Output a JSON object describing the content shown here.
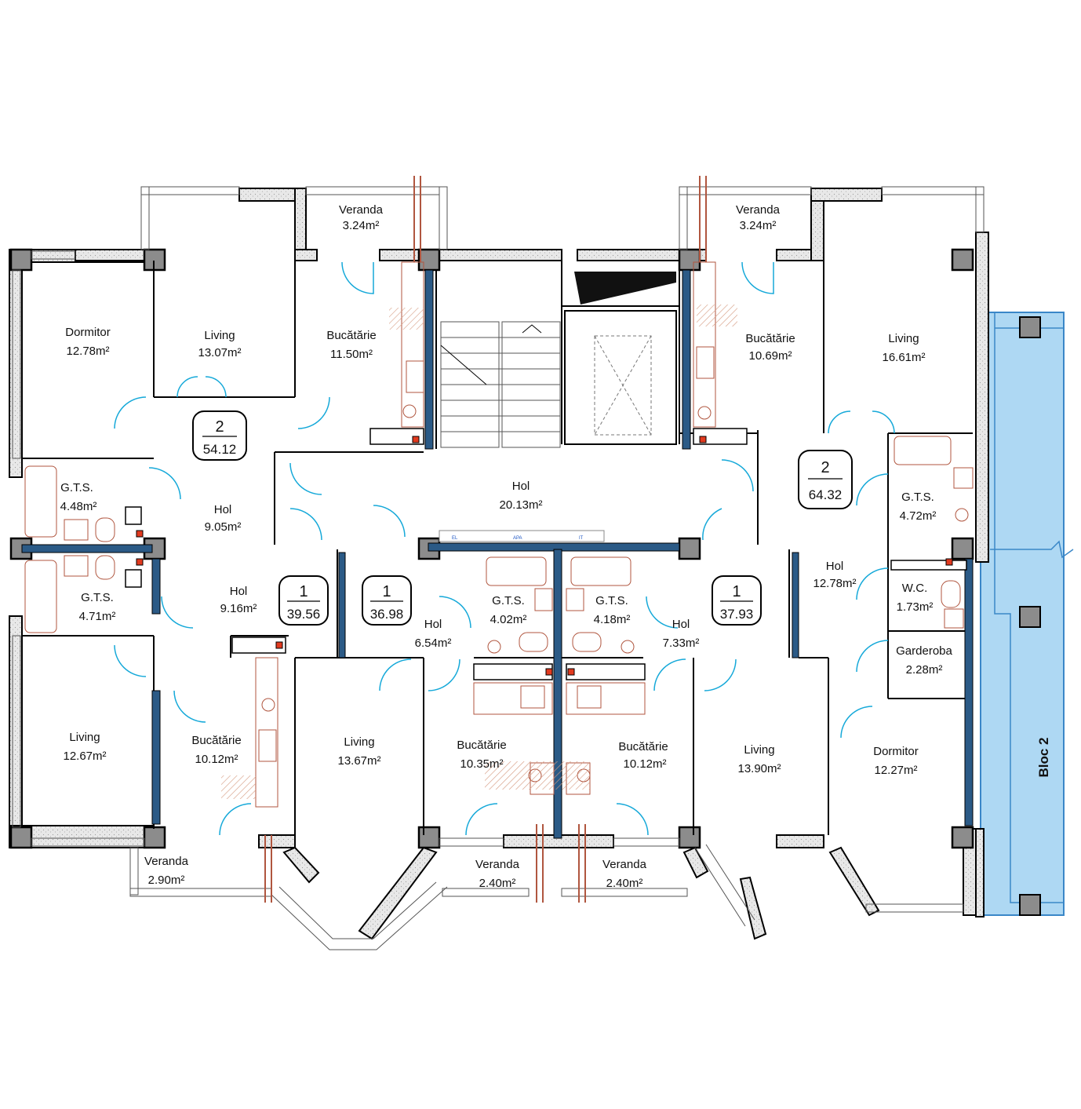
{
  "plan": {
    "rooms": [
      {
        "id": "veranda-top-left",
        "name": "Veranda",
        "area": "3.24m²"
      },
      {
        "id": "dormitor-top-left",
        "name": "Dormitor",
        "area": "12.78m²"
      },
      {
        "id": "living-top-left",
        "name": "Living",
        "area": "13.07m²"
      },
      {
        "id": "bucatarie-top-left",
        "name": "Bucătărie",
        "area": "11.50m²"
      },
      {
        "id": "gts-top-left",
        "name": "G.T.S.",
        "area": "4.48m²"
      },
      {
        "id": "hol-top-left",
        "name": "Hol",
        "area": "9.05m²"
      },
      {
        "id": "hol-center",
        "name": "Hol",
        "area": "20.13m²"
      },
      {
        "id": "veranda-top-right",
        "name": "Veranda",
        "area": "3.24m²"
      },
      {
        "id": "bucatarie-top-right",
        "name": "Bucătărie",
        "area": "10.69m²"
      },
      {
        "id": "living-top-right",
        "name": "Living",
        "area": "16.61m²"
      },
      {
        "id": "gts-right",
        "name": "G.T.S.",
        "area": "4.72m²"
      },
      {
        "id": "hol-right",
        "name": "Hol",
        "area": "12.78m²"
      },
      {
        "id": "wc-right",
        "name": "W.C.",
        "area": "1.73m²"
      },
      {
        "id": "garderoba-right",
        "name": "Garderoba",
        "area": "2.28m²"
      },
      {
        "id": "dormitor-right",
        "name": "Dormitor",
        "area": "12.27m²"
      },
      {
        "id": "gts-left-lower",
        "name": "G.T.S.",
        "area": "4.71m²"
      },
      {
        "id": "hol-left-lower",
        "name": "Hol",
        "area": "9.16m²"
      },
      {
        "id": "living-bottom-left",
        "name": "Living",
        "area": "12.67m²"
      },
      {
        "id": "bucatarie-bottom-left",
        "name": "Bucătărie",
        "area": "10.12m²"
      },
      {
        "id": "veranda-bottom-left",
        "name": "Veranda",
        "area": "2.90m²"
      },
      {
        "id": "living-bottom-center-left",
        "name": "Living",
        "area": "13.67m²"
      },
      {
        "id": "hol-center-left",
        "name": "Hol",
        "area": "6.54m²"
      },
      {
        "id": "gts-center-left",
        "name": "G.T.S.",
        "area": "4.02m²"
      },
      {
        "id": "bucatarie-center-left",
        "name": "Bucătărie",
        "area": "10.35m²"
      },
      {
        "id": "veranda-center-left",
        "name": "Veranda",
        "area": "2.40m²"
      },
      {
        "id": "gts-center-right",
        "name": "G.T.S.",
        "area": "4.18m²"
      },
      {
        "id": "bucatarie-center-right",
        "name": "Bucătărie",
        "area": "10.12m²"
      },
      {
        "id": "veranda-center-right",
        "name": "Veranda",
        "area": "2.40m²"
      },
      {
        "id": "hol-center-right",
        "name": "Hol",
        "area": "7.33m²"
      },
      {
        "id": "living-bottom-right",
        "name": "Living",
        "area": "13.90m²"
      }
    ],
    "apartments": [
      {
        "id": "apt-2-left",
        "rooms": "2",
        "area": "54.12"
      },
      {
        "id": "apt-2-right",
        "rooms": "2",
        "area": "64.32"
      },
      {
        "id": "apt-1-left",
        "rooms": "1",
        "area": "39.56"
      },
      {
        "id": "apt-1-center",
        "rooms": "1",
        "area": "36.98"
      },
      {
        "id": "apt-1-right",
        "rooms": "1",
        "area": "37.93"
      }
    ],
    "utility_labels": {
      "el": "EL",
      "apa": "APA",
      "it": "IT"
    },
    "adjacent_block": "Bloc 2",
    "colors": {
      "wall_fill": "#e7e7e7",
      "column_fill": "#8c8c8c",
      "insulation_blue": "#2b5a86",
      "door_cyan": "#16a9d9",
      "fixture_brown": "#b0563f",
      "bloc_fill": "#aed8f3",
      "bloc_stroke": "#3a87c8"
    }
  }
}
